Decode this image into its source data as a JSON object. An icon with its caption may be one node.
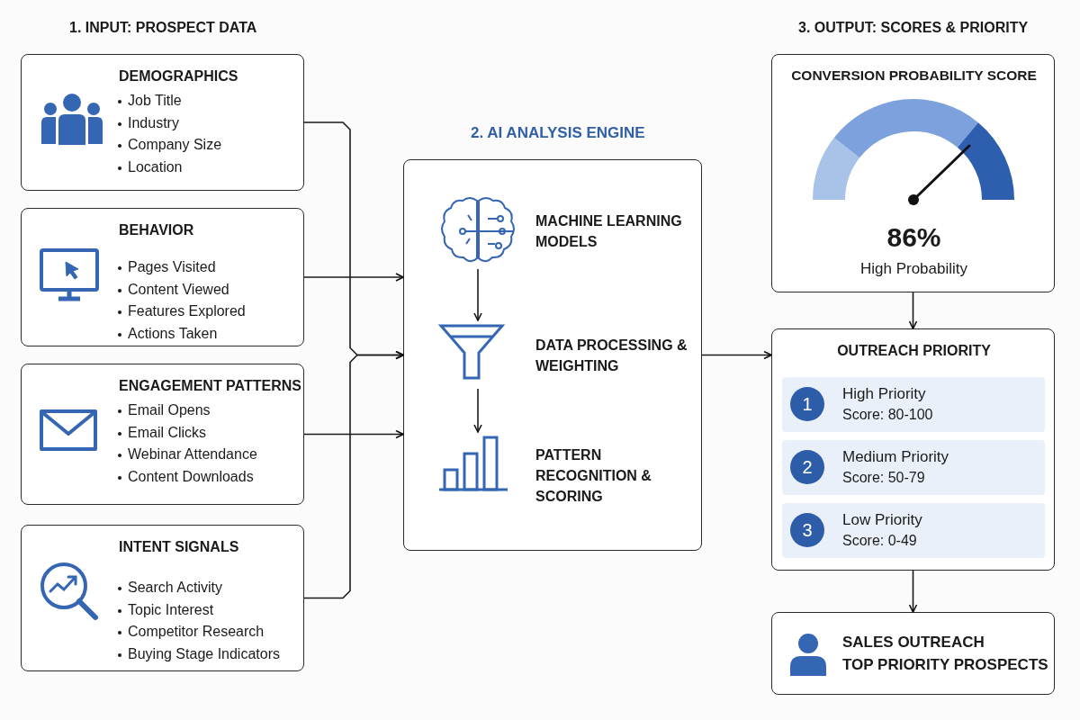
{
  "diagram": {
    "nodes": [
      {
        "text": [
          "DEMOGRAPHICS",
          "Job Title",
          "Industry",
          "Company Size",
          "Location"
        ]
      },
      {
        "text": [
          "BEHAVIOR",
          "Pages Visited",
          "Content Viewed",
          "Features Explored",
          "Actions Taken"
        ]
      },
      {
        "text": [
          "ENGAGEMENT PATTERNS",
          "Email Opens",
          "Email Clicks",
          "Webinar Attendance",
          "Content Downloads"
        ]
      },
      {
        "text": [
          "INTENT SIGNALS",
          "Search Activity",
          "Topic Interest",
          "Competitor Research",
          "Buying Stage Indicators"
        ]
      },
      {
        "text": [
          "2. AI ANALYSIS ENGINE"
        ]
      },
      {
        "text": [
          "MACHINE LEARNING MODELS"
        ],
        "in": 4
      },
      {
        "text": [
          "DATA PROCESSING & WEIGHTING"
        ],
        "in": 4
      },
      {
        "text": [
          "PATTERN RECOGNITION & SCORING"
        ],
        "in": 4
      },
      {
        "text": [
          "CONVERSION PROBABILITY SCORE",
          "86%",
          "High Probability"
        ]
      },
      {
        "text": [
          "OUTREACH PRIORITY"
        ]
      },
      {
        "text": [
          "1",
          "High Priority",
          "Score: 80-100"
        ],
        "in": 9
      },
      {
        "text": [
          "2",
          "Medium Priority",
          "Score: 50-79"
        ],
        "in": 9
      },
      {
        "text": [
          "3",
          "Low Priority",
          "Score: 0-49"
        ],
        "in": 9
      },
      {
        "text": [
          "SALES OUTREACH",
          "TOP PRIORITY PROSPECTS"
        ]
      }
    ],
    "edges": [
      {
        "from": 0,
        "to": 4,
        "arrow": "to"
      },
      {
        "from": 1,
        "to": 4,
        "arrow": "to"
      },
      {
        "from": 2,
        "to": 4,
        "arrow": "to"
      },
      {
        "from": 3,
        "to": 4,
        "arrow": "to"
      },
      {
        "from": 5,
        "to": 6,
        "arrow": "to"
      },
      {
        "from": 6,
        "to": 7,
        "arrow": "to"
      },
      {
        "from": 4,
        "to": 9,
        "arrow": "to"
      },
      {
        "from": 8,
        "to": 9,
        "arrow": "to"
      },
      {
        "from": 9,
        "to": 13,
        "arrow": "to"
      }
    ],
    "labels": [
      "1. INPUT: PROSPECT DATA",
      "3. OUTPUT: SCORES & PRIORITY"
    ]
  }
}
